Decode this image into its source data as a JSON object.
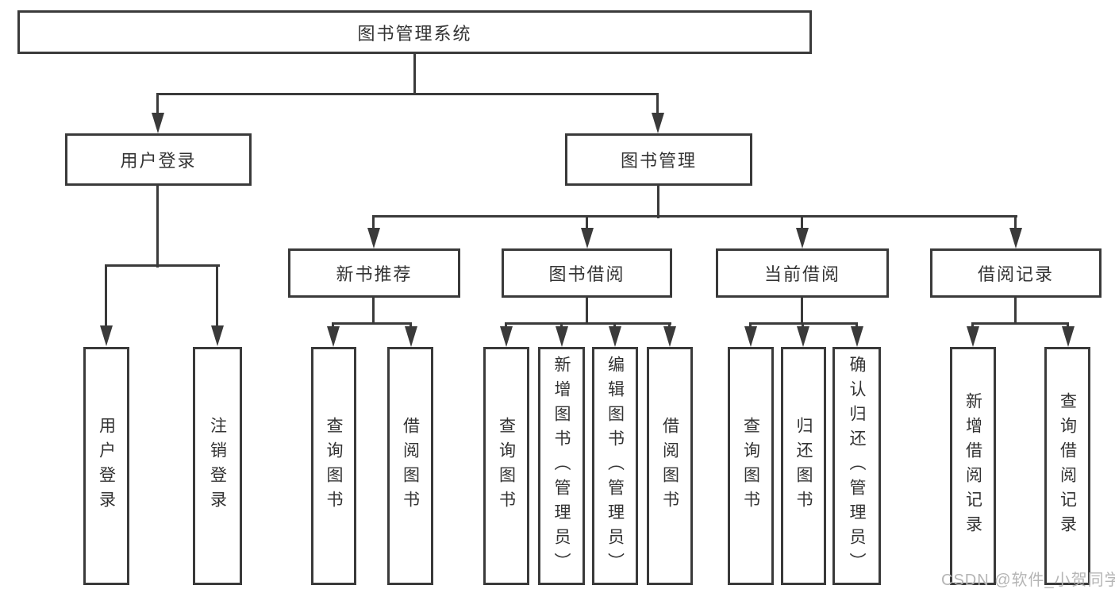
{
  "diagram": {
    "root": "图书管理系统",
    "level2": [
      "用户登录",
      "图书管理"
    ],
    "level3": [
      "新书推荐",
      "图书借阅",
      "当前借阅",
      "借阅记录"
    ],
    "leaves": {
      "user_login": [
        "用户登录",
        "注销登录"
      ],
      "new_book": [
        "查询图书",
        "借阅图书"
      ],
      "book_borrow": [
        "查询图书",
        "新增图书（管理员）",
        "编辑图书（管理员）",
        "借阅图书"
      ],
      "current_borrow": [
        "查询图书",
        "归还图书",
        "确认归还（管理员）"
      ],
      "borrow_records": [
        "新增借阅记录",
        "查询借阅记录"
      ]
    },
    "colors": {
      "line": "#3a3a3a",
      "text": "#333333",
      "watermark": "#b5b5b5",
      "background": "#ffffff"
    },
    "watermark": "CSDN @软件_小贺同学"
  }
}
